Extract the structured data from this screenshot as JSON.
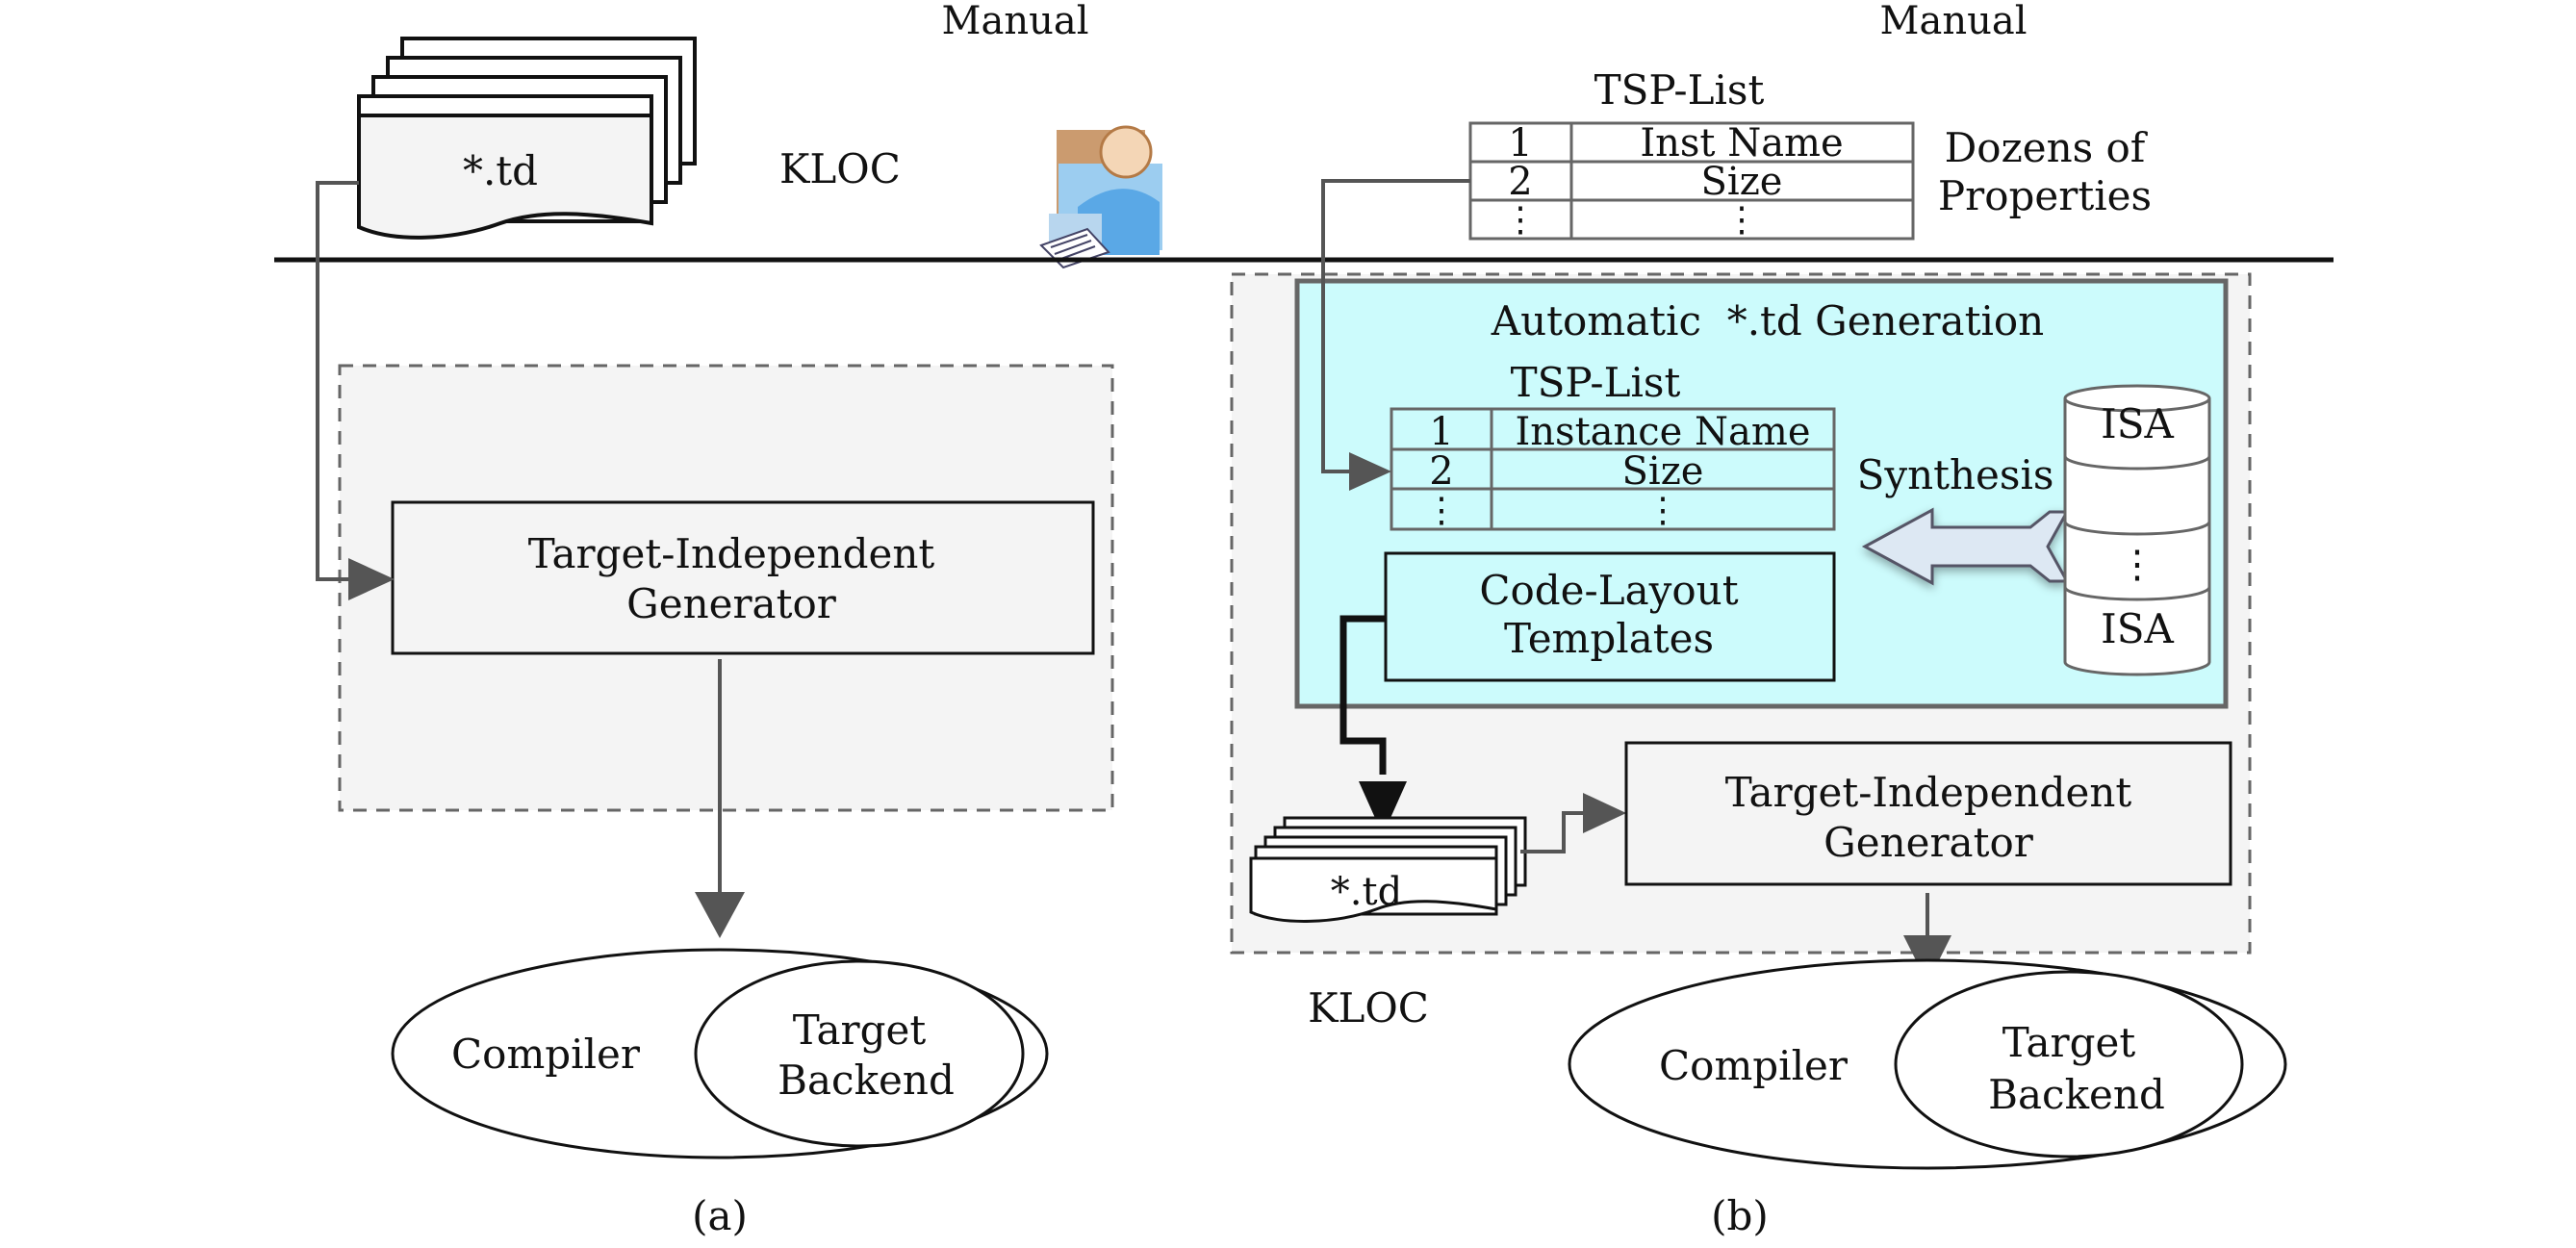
{
  "labels": {
    "manual_a": "Manual",
    "manual_b": "Manual",
    "kloc_top": "KLOC",
    "kloc_bottom": "KLOC",
    "td_file_a": "*.td",
    "td_file_b": "*.td",
    "tsp_list_top": "TSP-List",
    "tsp_top_rows": [
      {
        "num": "1",
        "name": "Inst Name"
      },
      {
        "num": "2",
        "name": "Size"
      },
      {
        "num": "⋮",
        "name": "⋮"
      }
    ],
    "dozens_line1": "Dozens of",
    "dozens_line2": "Properties",
    "auto_gen_title": "Automatic  *.td Generation",
    "tsp_list_inner": "TSP-List",
    "tsp_inner_rows": [
      {
        "num": "1",
        "name": "Instance Name"
      },
      {
        "num": "2",
        "name": "Size"
      },
      {
        "num": "⋮",
        "name": "⋮"
      }
    ],
    "synthesis": "Synthesis",
    "isa_top": "ISA",
    "isa_dots": "⋮",
    "isa_bottom": "ISA",
    "code_layout_line1": "Code-Layout",
    "code_layout_line2": "Templates",
    "tig_a_line1": "Target-Independent",
    "tig_a_line2": "Generator",
    "tig_b_line1": "Target-Independent",
    "tig_b_line2": "Generator",
    "compiler_a": "Compiler",
    "backend_a_line1": "Target",
    "backend_a_line2": "Backend",
    "compiler_b": "Compiler",
    "backend_b_line1": "Target",
    "backend_b_line2": "Backend",
    "caption_a": "(a)",
    "caption_b": "(b)"
  },
  "colors": {
    "panel_fill": "#f4f4f4",
    "auto_gen_fill": "#ccfbfc",
    "arrow_gray": "#555555",
    "synthesis_arrow": "#dde8f3"
  }
}
